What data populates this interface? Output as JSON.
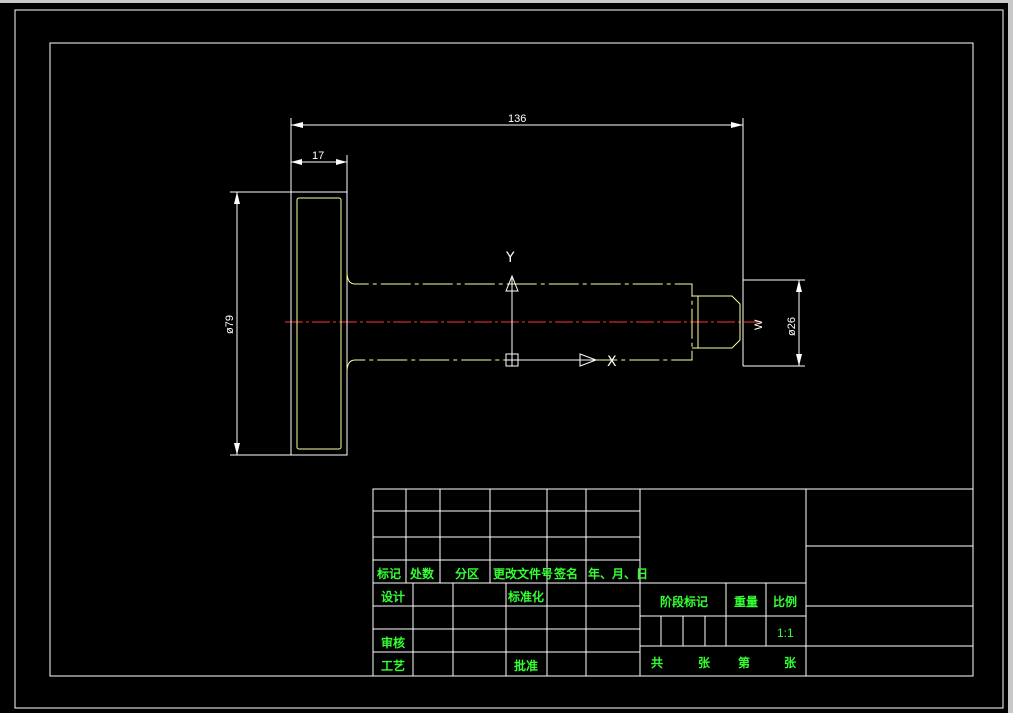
{
  "drawing": {
    "dimensions": {
      "overall_length": "136",
      "flange_thickness": "17",
      "flange_diameter": "ø79",
      "shaft_diameter": "ø26",
      "end_label": "W"
    },
    "axes": {
      "y_label": "Y",
      "x_label": "X"
    }
  },
  "colors": {
    "background": "#000000",
    "outline": "#ffffff",
    "part_line": "#ffff99",
    "centerline": "#ff3333",
    "title_text": "#33ff33"
  },
  "title_block": {
    "header_labels": [
      "标记",
      "处数",
      "分区",
      "更改文件号",
      "签名",
      "年、月、日"
    ],
    "row_design": "设计",
    "row_standard": "标准化",
    "row_review": "审核",
    "row_process": "工艺",
    "row_approve": "批准",
    "stage_mark": "阶段标记",
    "weight": "重量",
    "scale": "比例",
    "scale_value": "1:1",
    "total": "共",
    "sheet1": "张",
    "number": "第",
    "sheet2": "张"
  }
}
